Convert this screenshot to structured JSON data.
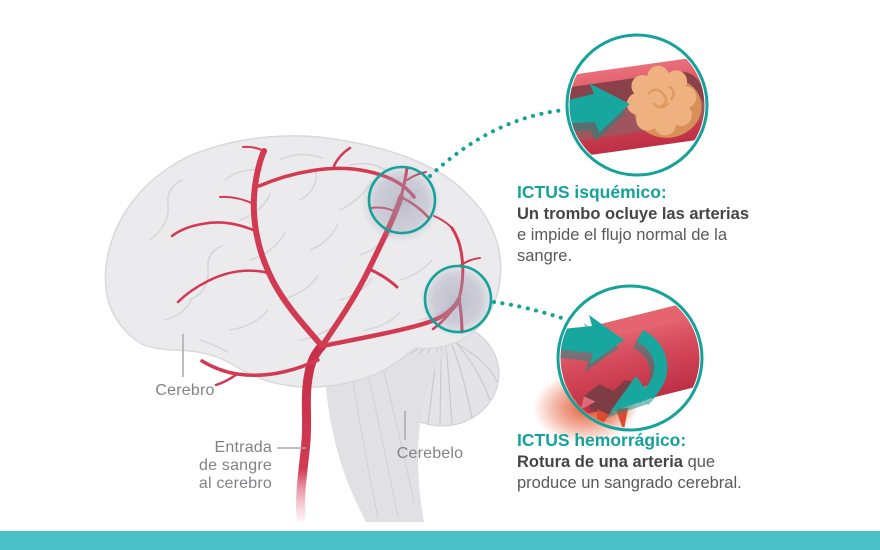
{
  "colors": {
    "teal_accent": "#14A29B",
    "teal_arrow": "#18A79F",
    "teal_bottom_bar": "#4AC1C6",
    "artery_red": "#D23A52",
    "artery_wall_dark": "#C23247",
    "artery_interior": "#8A4149",
    "clot_tan": "#F0B181",
    "bleed_orange": "#E4532C",
    "brain_gray": "#EBEBEE",
    "label_gray": "#808285",
    "body_text_gray": "#58595B"
  },
  "brain_labels": {
    "cerebro": "Cerebro",
    "entrada_line1": "Entrada",
    "entrada_line2": "de sangre",
    "entrada_line3": "al cerebro",
    "cerebelo": "Cerebelo"
  },
  "ischemic": {
    "heading": "ICTUS isquémico:",
    "line1_bold": "Un trombo ocluye las arterias",
    "line2": "e impide el flujo normal de la",
    "line3": "sangre."
  },
  "hemorrhagic": {
    "heading": "ICTUS hemorrágico:",
    "line1_bold": "Rotura de una arteria",
    "line1_rest": "que",
    "line2": "produce un sangrado cerebral."
  },
  "icons": {
    "blood_flow_arrow": "flow-arrow",
    "blood_leak_arrow": "curved-leak-arrow",
    "dotted_connector": "dotted-arc"
  }
}
